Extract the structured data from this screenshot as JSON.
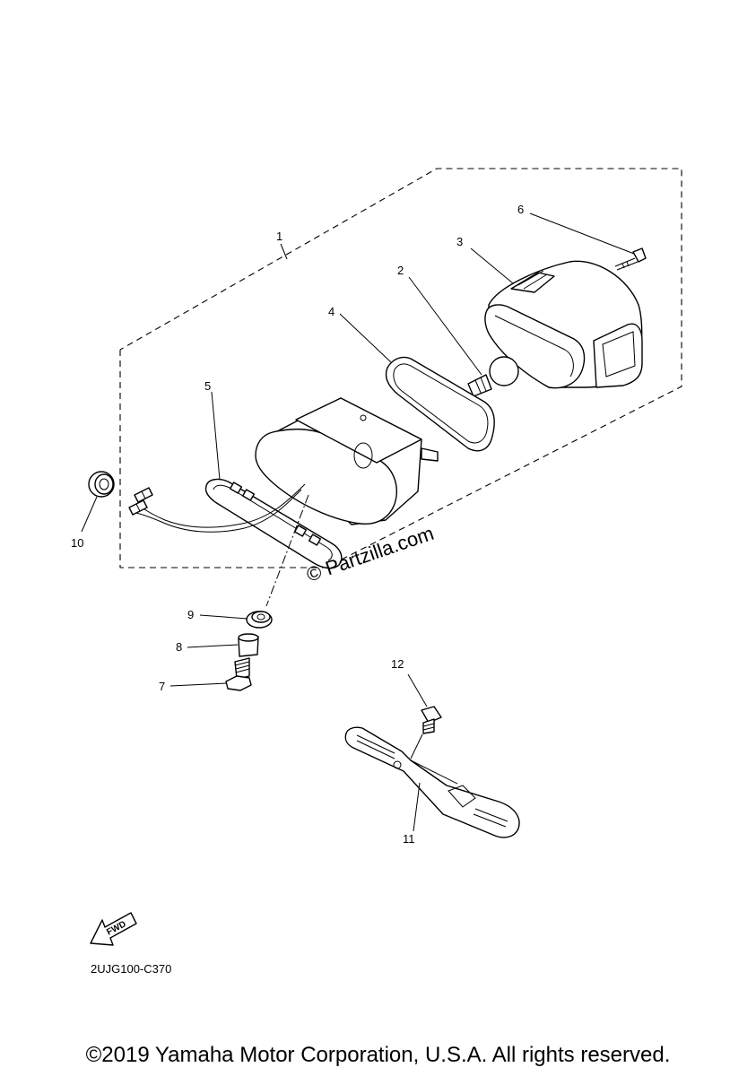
{
  "callouts": {
    "c1": "1",
    "c2": "2",
    "c3": "3",
    "c4": "4",
    "c5": "5",
    "c6": "6",
    "c7": "7",
    "c8": "8",
    "c9": "9",
    "c10": "10",
    "c11": "11",
    "c12": "12"
  },
  "watermark": "© Partzilla.com",
  "fwd_label": "FWD",
  "diagram_code": "2UJG100-C370",
  "copyright": "©2019 Yamaha Motor Corporation, U.S.A. All rights reserved."
}
